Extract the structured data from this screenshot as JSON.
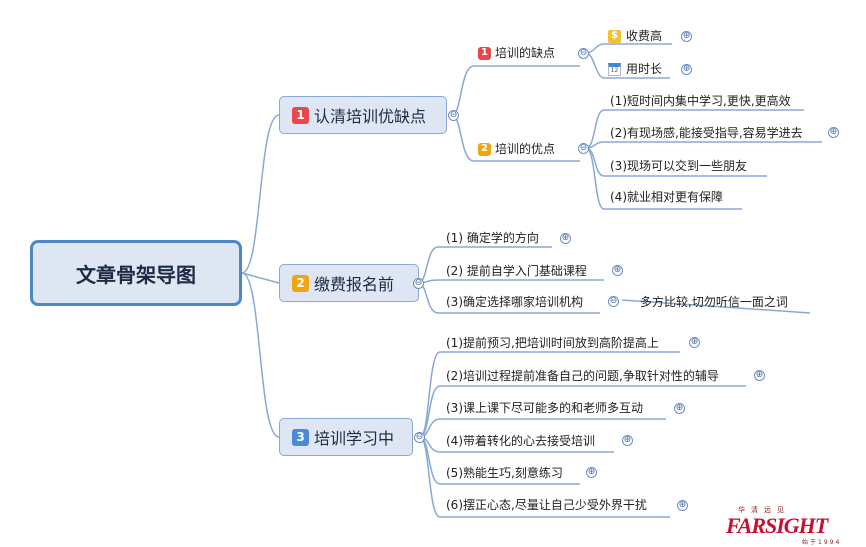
{
  "root": {
    "title": "文章骨架导图"
  },
  "branches": [
    {
      "num": "1",
      "label": "认清培训优缺点",
      "color": "#e9474b",
      "children": [
        {
          "num": "1",
          "label": "培训的缺点",
          "items": [
            "收费高",
            "用时长"
          ]
        },
        {
          "num": "2",
          "label": "培训的优点",
          "items": [
            "(1)短时间内集中学习,更快,更高效",
            "(2)有现场感,能接受指导,容易学进去",
            "(3)现场可以交到一些朋友",
            "(4)就业相对更有保障"
          ]
        }
      ]
    },
    {
      "num": "2",
      "label": "缴费报名前",
      "color": "#f0a515",
      "items": [
        "(1) 确定学的方向",
        "(2) 提前自学入门基础课程",
        "(3)确定选择哪家培训机构"
      ],
      "sub_note": "多方比较,切勿听信一面之词"
    },
    {
      "num": "3",
      "label": "培训学习中",
      "color": "#4a8ad9",
      "items": [
        "(1)提前预习,把培训时间放到高阶提高上",
        "(2)培训过程提前准备自己的问题,争取针对性的辅导",
        "(3)课上课下尽可能多的和老师多互动",
        "(4)带着转化的心去接受培训",
        "(5)熟能生巧,刻意练习",
        "(6)摆正心态,尽量让自己少受外界干扰"
      ]
    }
  ],
  "icons": {
    "cost": "dollar-icon",
    "time": "calendar-icon",
    "calendar_day": "12"
  },
  "controls": {
    "expand": "⊕",
    "collapse": "⊖"
  },
  "logo": {
    "brand": "FARSIGHT",
    "cn": "华清远见",
    "since": "始于1994"
  }
}
